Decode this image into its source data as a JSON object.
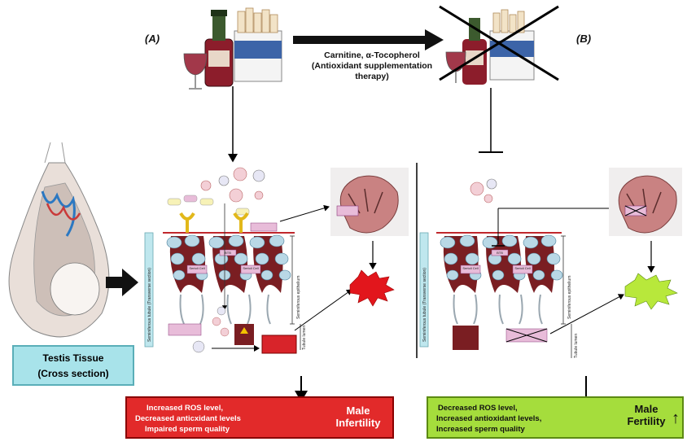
{
  "panels": {
    "a_label": "(A)",
    "b_label": "(B)"
  },
  "therapy": {
    "line1": "Carnitine, α-Tocopherol",
    "line2": "(Antioxidant supplementation",
    "line3": "therapy)"
  },
  "tissue": {
    "line1": "Testis Tissue",
    "line2": "(Cross section)"
  },
  "outcome_a": {
    "line1": "Increased ROS level,",
    "line2": "Decreased anticxidant levels",
    "line3": "Impaired sperm quality",
    "result1": "Male",
    "result2": "Infertility"
  },
  "outcome_b": {
    "line1": "Decreased ROS level,",
    "line2": "Increased antioxidant levels,",
    "line3": "Increased sperm quality",
    "result1": "Male",
    "result2": "Fertility",
    "arrow_symbol": "↑"
  },
  "tiny_labels": {
    "tubule_a": "Seminiferous tubule (Transverse section)",
    "epithelium_a": "Seminiferous epithelium",
    "lumen_a": "Tubule lumen",
    "tubule_b": "Seminiferous tubule (Transverse section)",
    "epithelium_b": "Seminiferous epithelium",
    "lumen_b": "Tubule lumen",
    "sertoli": "Sertoli Cell",
    "btb": "BTB",
    "arrow_up": "↑"
  },
  "colors": {
    "red": "#e22a2a",
    "green": "#a5dd3c",
    "cyan": "#a8e3ea",
    "tubule": "#7a1e22",
    "cell": "#b9d8e6"
  }
}
